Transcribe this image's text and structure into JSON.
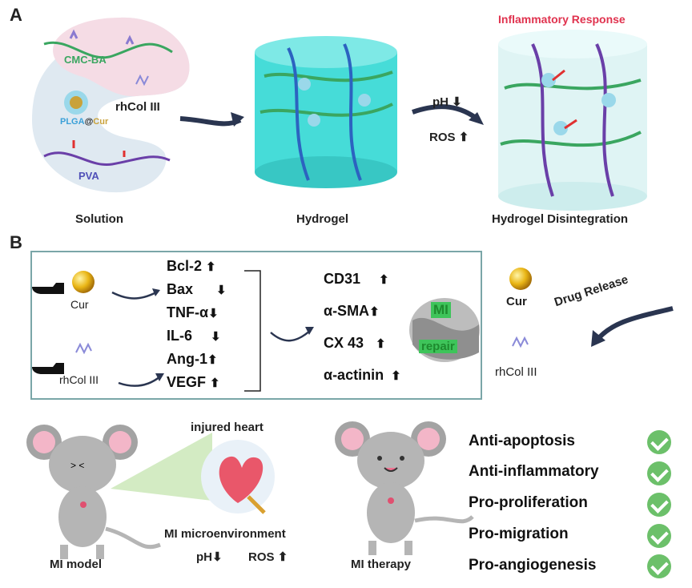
{
  "panel_a": {
    "letter": "A",
    "cmc_label": "CMC-BA",
    "plga_label_part1": "PLGA",
    "plga_label_at": "@",
    "plga_label_part2": "Cur",
    "rhcol_label": "rhCol III",
    "pva_label": "PVA",
    "solution_label": "Solution",
    "hydrogel_label": "Hydrogel",
    "disintegration_label": "Hydrogel Disintegration",
    "inflammatory_label": "Inflammatory Response",
    "ph_label": "pH",
    "ros_label": "ROS"
  },
  "panel_b": {
    "letter": "B",
    "cur_label": "Cur",
    "rhcol_label": "rhCol III",
    "markers_left": [
      {
        "name": "Bcl-2",
        "direction": "up"
      },
      {
        "name": "Bax",
        "direction": "down"
      },
      {
        "name": "TNF-α",
        "direction": "down"
      },
      {
        "name": "IL-6",
        "direction": "down"
      },
      {
        "name": "Ang-1",
        "direction": "up"
      },
      {
        "name": "VEGF",
        "direction": "up"
      }
    ],
    "markers_right": [
      {
        "name": "CD31",
        "direction": "up"
      },
      {
        "name": "α-SMA",
        "direction": "up"
      },
      {
        "name": "CX 43",
        "direction": "up"
      },
      {
        "name": "α-actinin",
        "direction": "up"
      }
    ],
    "mi_repair_line1": "MI",
    "mi_repair_line2": "repair",
    "drug_release_label": "Drug Release",
    "right_cur_label": "Cur",
    "right_rhcol_label": "rhCol III"
  },
  "bottom": {
    "injured_heart_label": "injured heart",
    "mi_micro_label": "MI microenvironment",
    "ph_label": "pH",
    "ros_label": "ROS",
    "mi_model_label": "MI model",
    "mi_therapy_label": "MI therapy",
    "benefits": [
      "Anti-apoptosis",
      "Anti-inflammatory",
      "Pro-proliferation",
      "Pro-migration",
      "Pro-angiogenesis"
    ]
  },
  "colors": {
    "green_chain": "#3aa660",
    "purple_chain": "#6a3fa8",
    "hydrogel_cyan": "#46dcd8",
    "inflammatory_red": "#e0324e",
    "arrow_navy": "#2a3550",
    "check_green": "#6cc06a"
  }
}
